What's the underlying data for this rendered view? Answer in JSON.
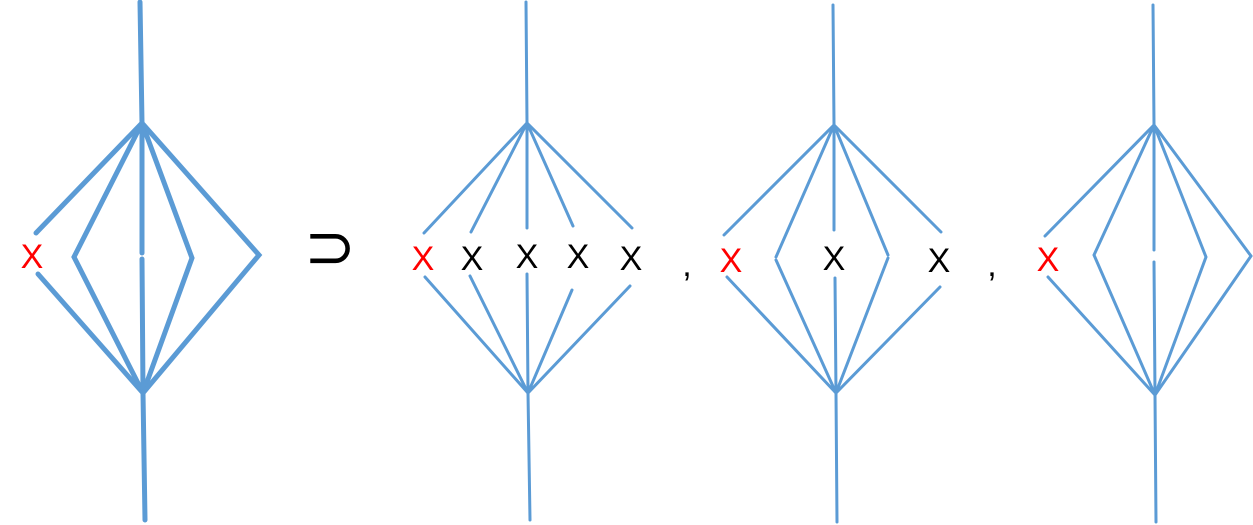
{
  "colors": {
    "line": "#5b9bd5",
    "cut_mark": "#ff0000",
    "mark": "#000000",
    "symbol": "#000000"
  },
  "relation_symbol": "⊃",
  "separator": ",",
  "diagrams": [
    {
      "id": "lhs",
      "role": "left-hand side",
      "marks": [
        {
          "text": "X",
          "kind": "cut"
        }
      ]
    },
    {
      "id": "term-1",
      "role": "first term",
      "marks": [
        {
          "text": "X",
          "kind": "cut"
        },
        {
          "text": "X",
          "kind": "plain"
        },
        {
          "text": "X",
          "kind": "plain"
        },
        {
          "text": "X",
          "kind": "plain"
        },
        {
          "text": "X",
          "kind": "plain"
        }
      ]
    },
    {
      "id": "term-2",
      "role": "second term",
      "marks": [
        {
          "text": "X",
          "kind": "cut"
        },
        {
          "text": "X",
          "kind": "plain"
        },
        {
          "text": "X",
          "kind": "plain"
        }
      ]
    },
    {
      "id": "term-3",
      "role": "third term",
      "marks": [
        {
          "text": "X",
          "kind": "cut"
        }
      ]
    }
  ]
}
